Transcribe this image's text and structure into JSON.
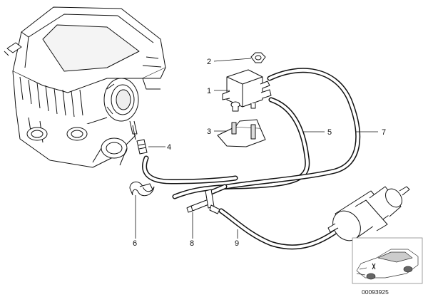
{
  "callouts": {
    "c1": "1",
    "c2": "2",
    "c3": "3",
    "c4": "4",
    "c5": "5",
    "c6": "6",
    "c7": "7",
    "c8": "8",
    "c9": "9"
  },
  "document_number": "00093925",
  "colors": {
    "line": "#111111",
    "hose": "#1a1a1a",
    "background": "#ffffff",
    "frame": "#888888"
  }
}
